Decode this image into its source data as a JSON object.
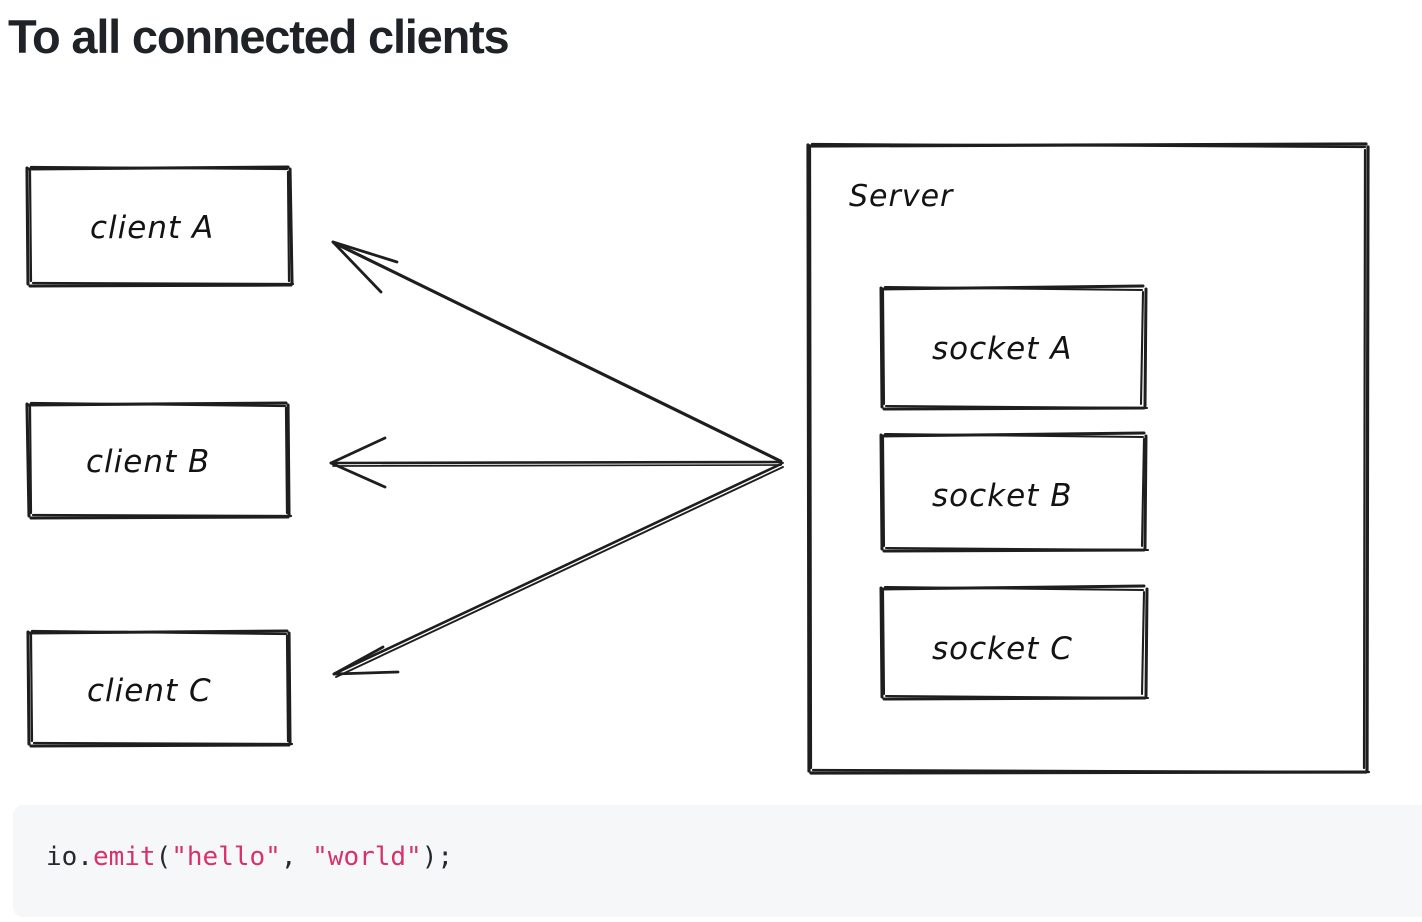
{
  "page": {
    "title": "To all connected clients",
    "background": "#ffffff"
  },
  "diagram": {
    "type": "socket.io broadcast diagram",
    "style": "hand-drawn sketch",
    "stroke_color": "#1e1e1e",
    "clients": [
      {
        "id": "client-a",
        "label": "client A"
      },
      {
        "id": "client-b",
        "label": "client B"
      },
      {
        "id": "client-c",
        "label": "client C"
      }
    ],
    "server": {
      "label": "Server",
      "sockets": [
        {
          "id": "socket-a",
          "label": "socket A"
        },
        {
          "id": "socket-b",
          "label": "socket B"
        },
        {
          "id": "socket-c",
          "label": "socket C"
        }
      ]
    },
    "arrows": [
      {
        "id": "arrow-to-client-a",
        "from": "server",
        "to": "client A",
        "direction": "server-to-client"
      },
      {
        "id": "arrow-to-client-b",
        "from": "server",
        "to": "client B",
        "direction": "server-to-client"
      },
      {
        "id": "arrow-to-client-c",
        "from": "server",
        "to": "client C",
        "direction": "server-to-client"
      }
    ]
  },
  "code": {
    "background": "#f6f7f9",
    "accent": "#d6336c",
    "language": "javascript",
    "tokens": [
      {
        "text": "io.",
        "type": "plain"
      },
      {
        "text": "emit",
        "type": "fn"
      },
      {
        "text": "(",
        "type": "plain"
      },
      {
        "text": "\"hello\"",
        "type": "str"
      },
      {
        "text": ", ",
        "type": "plain"
      },
      {
        "text": "\"world\"",
        "type": "str"
      },
      {
        "text": ");",
        "type": "plain"
      }
    ],
    "full_line": "io.emit(\"hello\", \"world\");"
  }
}
